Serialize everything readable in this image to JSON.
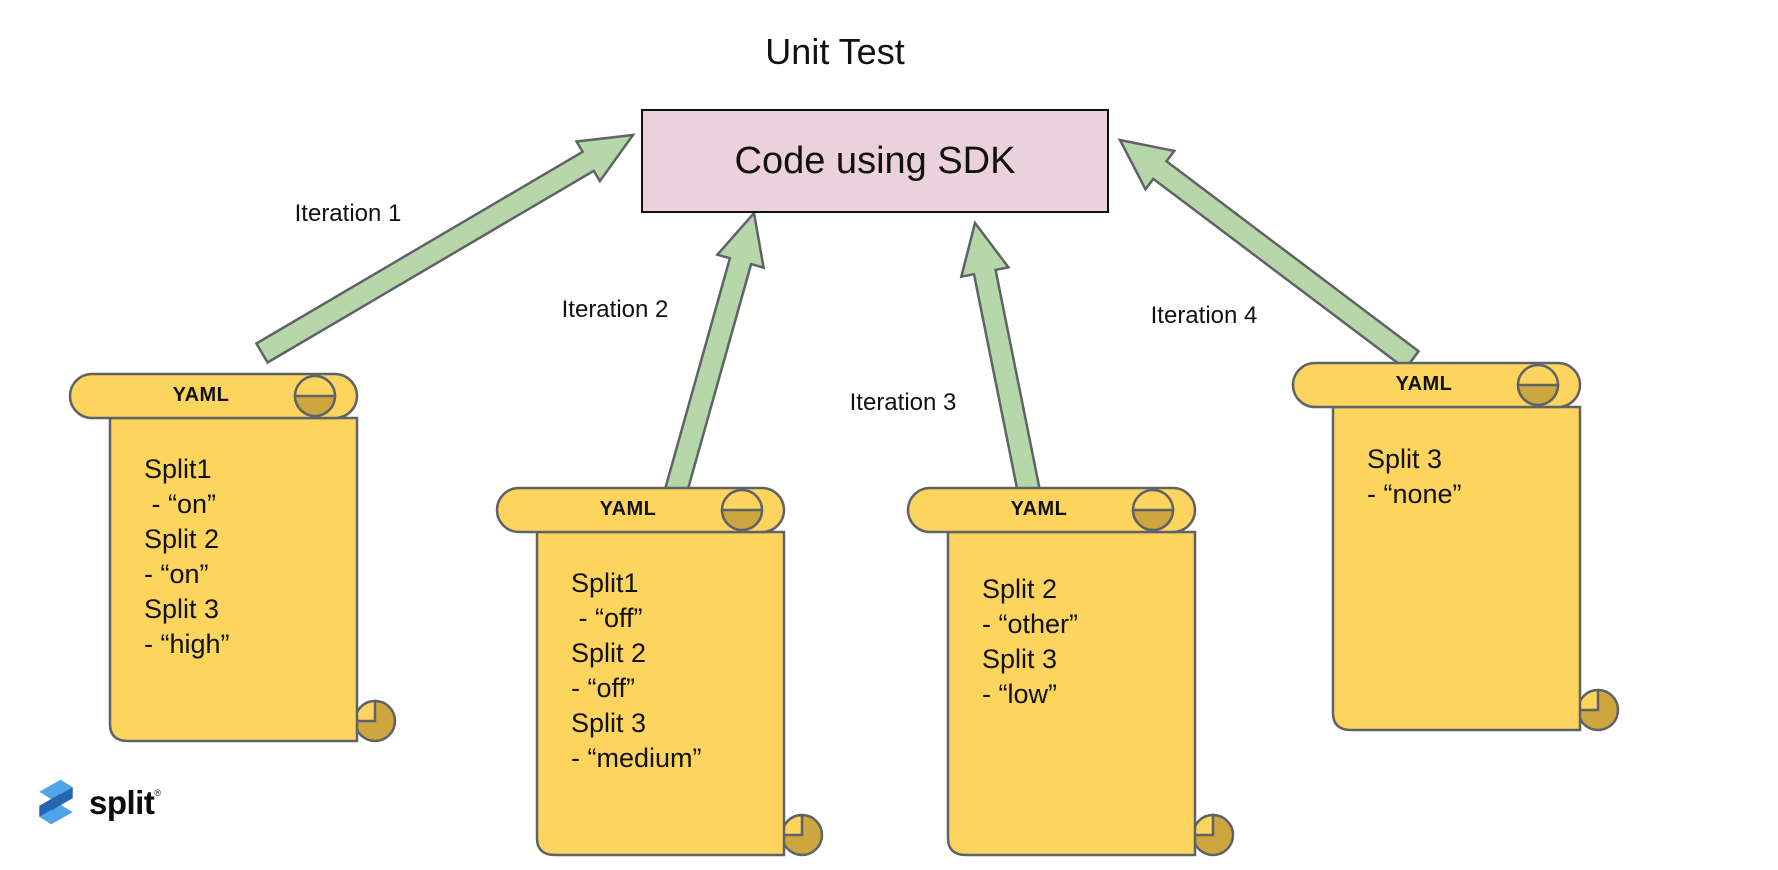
{
  "diagram": {
    "title": "Unit Test",
    "sdk_box": {
      "label": "Code using SDK"
    },
    "arrows": [
      {
        "label": "Iteration 1"
      },
      {
        "label": "Iteration 2"
      },
      {
        "label": "Iteration 3"
      },
      {
        "label": "Iteration 4"
      }
    ],
    "scrolls": [
      {
        "header": "YAML",
        "content": "Split1\n - “on”\nSplit 2\n- “on”\nSplit 3\n- “high”"
      },
      {
        "header": "YAML",
        "content": "Split1\n - “off”\nSplit 2\n- “off”\nSplit 3\n- “medium”"
      },
      {
        "header": "YAML",
        "content": "Split 2\n- “other”\nSplit 3\n- “low”"
      },
      {
        "header": "YAML",
        "content": "Split 3\n- “none”"
      }
    ],
    "logo": {
      "text": "split",
      "mark": "®"
    },
    "colors": {
      "scroll_fill": "#fdd45e",
      "scroll_fold": "#cda63f",
      "arrow_fill": "#b6d7a8",
      "box_fill": "#ead1dc",
      "outline": "#5f6368",
      "logo_light_blue": "#4fa3e8",
      "logo_dark_blue": "#2765b0"
    }
  }
}
